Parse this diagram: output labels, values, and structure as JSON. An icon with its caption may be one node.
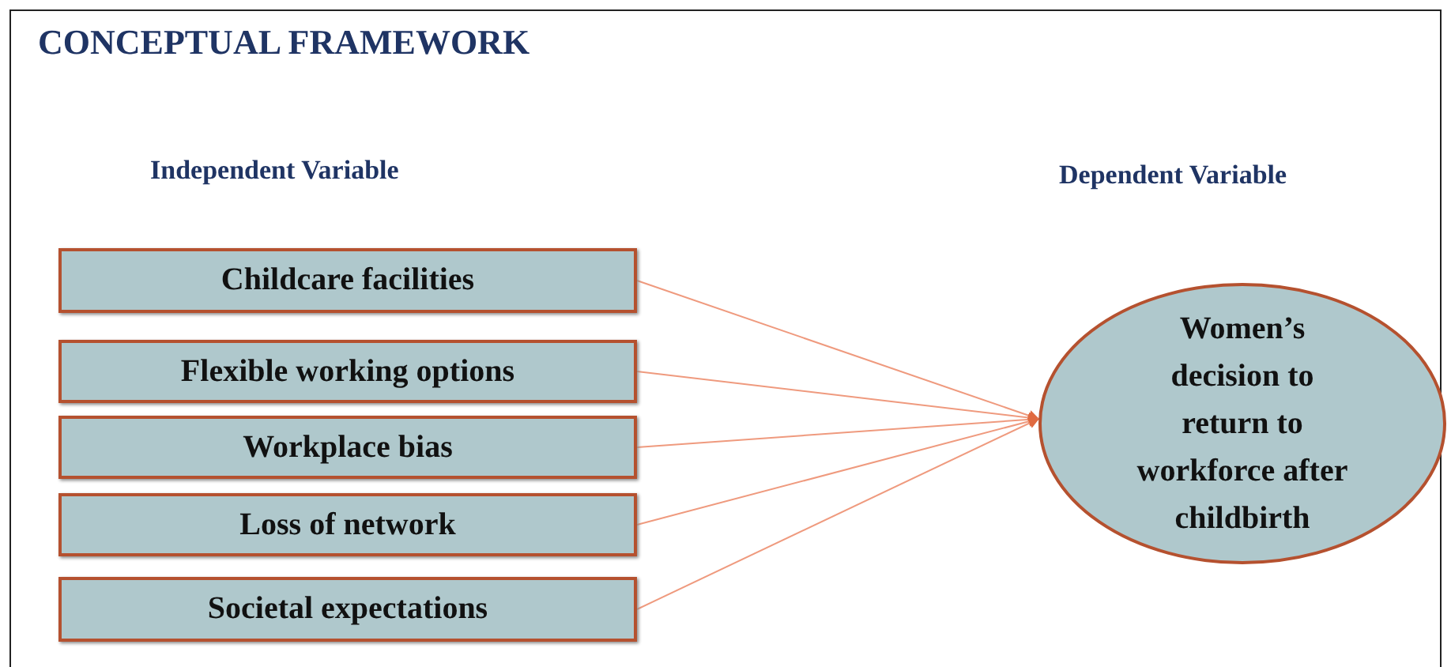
{
  "diagram": {
    "title": "CONCEPTUAL FRAMEWORK",
    "nodes": [
      {
        "text": [
          "Childcare facilities"
        ]
      },
      {
        "text": [
          "Flexible working options"
        ]
      },
      {
        "text": [
          "Workplace bias"
        ]
      },
      {
        "text": [
          "Loss of network"
        ]
      },
      {
        "text": [
          "Societal expectations"
        ]
      },
      {
        "text": [
          "Women’s decision to return to workforce after childbirth"
        ]
      }
    ],
    "edges": [
      {
        "from": 0,
        "to": 5,
        "arrow": "to"
      },
      {
        "from": 1,
        "to": 5,
        "arrow": "to"
      },
      {
        "from": 2,
        "to": 5,
        "arrow": "to"
      },
      {
        "from": 3,
        "to": 5,
        "arrow": "to"
      },
      {
        "from": 4,
        "to": 5,
        "arrow": "to"
      }
    ],
    "labels": [
      "Independent Variable",
      "Dependent Variable"
    ]
  }
}
